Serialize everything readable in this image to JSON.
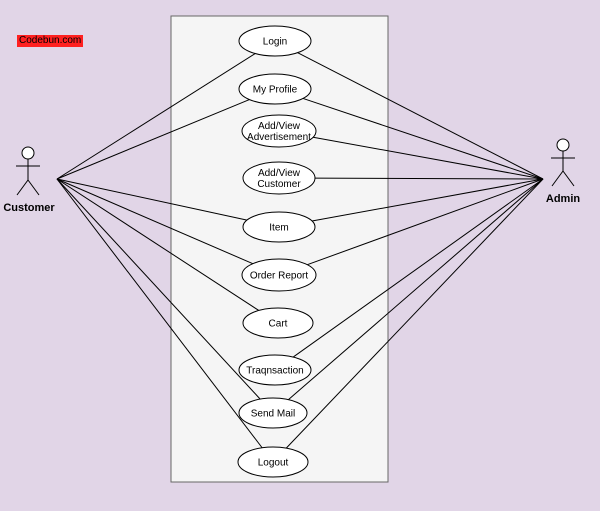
{
  "badge": {
    "text": "Codebun.com",
    "color": "#ff2020"
  },
  "colors": {
    "background": "#e1d5e7",
    "system_fill": "#f5f5f5",
    "stroke": "#000000",
    "usecase_fill": "#ffffff"
  },
  "actors": {
    "customer": {
      "label": "Customer",
      "icon": "stick-figure-icon"
    },
    "admin": {
      "label": "Admin",
      "icon": "stick-figure-icon"
    }
  },
  "use_cases": [
    {
      "id": "login",
      "lines": [
        "Login"
      ],
      "customer": true,
      "admin": true
    },
    {
      "id": "my-profile",
      "lines": [
        "My Profile"
      ],
      "customer": true,
      "admin": true
    },
    {
      "id": "add-view-advertisement",
      "lines": [
        "Add/View",
        "Advertisement"
      ],
      "customer": false,
      "admin": true
    },
    {
      "id": "add-view-customer",
      "lines": [
        "Add/View",
        "Customer"
      ],
      "customer": false,
      "admin": true
    },
    {
      "id": "item",
      "lines": [
        "Item"
      ],
      "customer": true,
      "admin": true
    },
    {
      "id": "order-report",
      "lines": [
        "Order Report"
      ],
      "customer": true,
      "admin": true
    },
    {
      "id": "cart",
      "lines": [
        "Cart"
      ],
      "customer": true,
      "admin": false
    },
    {
      "id": "transaction",
      "lines": [
        "Traqnsaction"
      ],
      "customer": false,
      "admin": true
    },
    {
      "id": "send-mail",
      "lines": [
        "Send Mail"
      ],
      "customer": true,
      "admin": true
    },
    {
      "id": "logout",
      "lines": [
        "Logout"
      ],
      "customer": true,
      "admin": true
    }
  ]
}
